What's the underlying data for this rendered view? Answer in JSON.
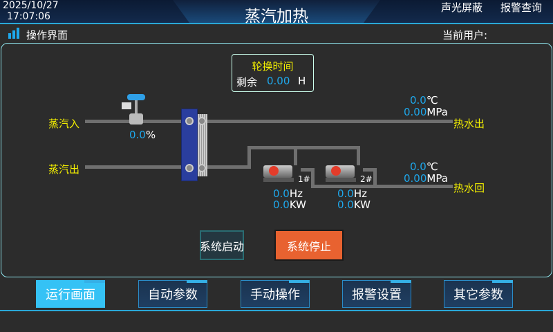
{
  "header": {
    "date": "2025/10/27",
    "time": "17:07:06",
    "title": "蒸汽加热",
    "buttons": [
      "声光屏蔽",
      "报警查询"
    ]
  },
  "subheader": {
    "title": "操作界面",
    "user_label": "当前用户:"
  },
  "timer": {
    "title": "轮换时间",
    "remain_label": "剩余",
    "value": "0.00",
    "unit": "H"
  },
  "labels": {
    "steam_in": "蒸汽入",
    "steam_out": "蒸汽出",
    "hot_out": "热水出",
    "hot_return": "热水回"
  },
  "valve": {
    "value": "0.0",
    "unit": "%"
  },
  "hot_out": {
    "temp": "0.0",
    "temp_unit": "℃",
    "press": "0.00",
    "press_unit": "MPa"
  },
  "hot_return": {
    "temp": "0.0",
    "temp_unit": "℃",
    "press": "0.00",
    "press_unit": "MPa"
  },
  "pumps": [
    {
      "name": "1#",
      "hz": "0.0",
      "hz_unit": "Hz",
      "kw": "0.0",
      "kw_unit": "KW"
    },
    {
      "name": "2#",
      "hz": "0.0",
      "hz_unit": "Hz",
      "kw": "0.0",
      "kw_unit": "KW"
    }
  ],
  "controls": {
    "start": "系统启动",
    "stop": "系统停止"
  },
  "nav": [
    "运行画面",
    "自动参数",
    "手动操作",
    "报警设置",
    "其它参数"
  ],
  "colors": {
    "accent": "#35c2f5",
    "stop": "#e86230",
    "value": "#1ea8ec",
    "label": "#f4f000"
  }
}
